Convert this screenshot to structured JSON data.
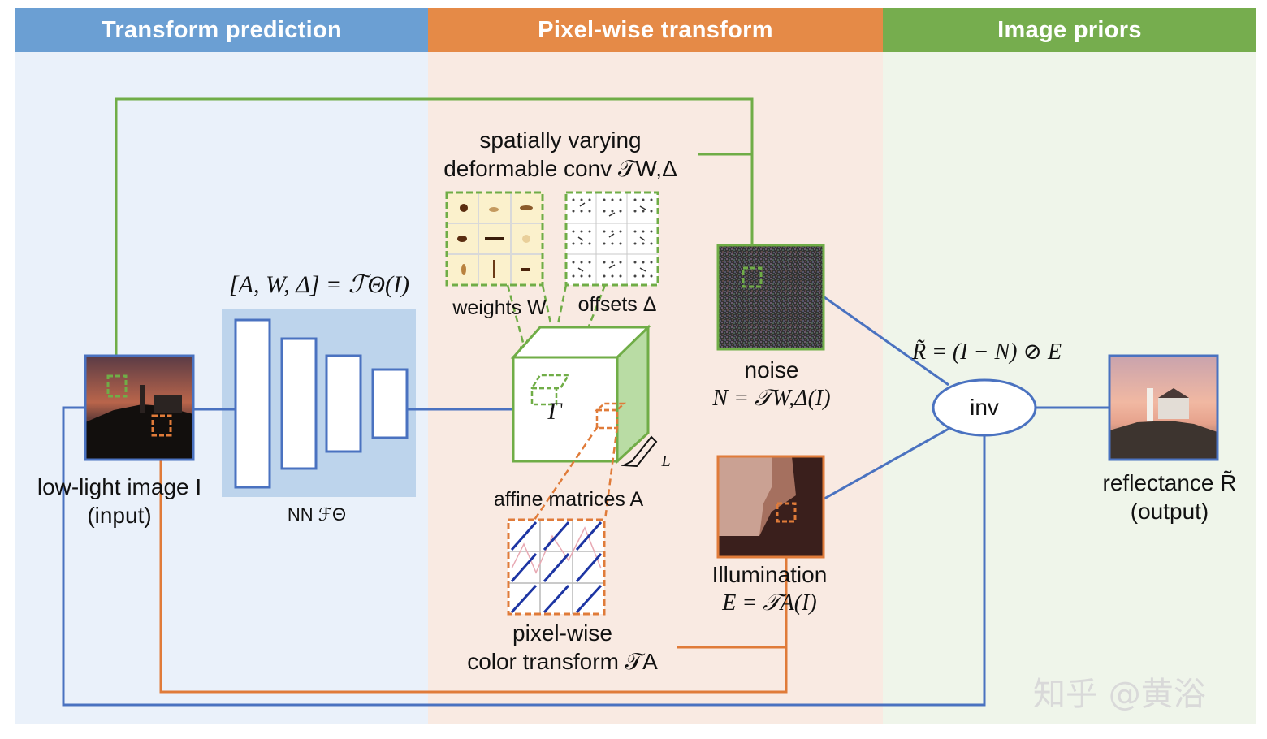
{
  "sections": {
    "transform_prediction": "Transform prediction",
    "pixel_wise_transform": "Pixel-wise transform",
    "image_priors": "Image priors"
  },
  "colors": {
    "blue_header": "#6b9fd3",
    "orange_header": "#e58a47",
    "green_header": "#76ad4e",
    "blue_bg": "#eaf1fa",
    "orange_bg": "#f9eae2",
    "green_bg": "#eff5ea",
    "blue_line": "#4a72c0",
    "green_line": "#70ad47",
    "orange_line": "#e07b39",
    "nn_block_bg": "#bdd4ec"
  },
  "labels": {
    "input_line1": "low-light image I",
    "input_line2": "(input)",
    "nn_equation": "[A, W, Δ] = ℱΘ(I)",
    "nn_label": "NN ℱΘ",
    "conv_line1": "spatially varying",
    "conv_line2": "deformable conv 𝒯W,Δ",
    "weights": "weights W",
    "offsets": "offsets Δ",
    "gamma": "Γ",
    "L": "L",
    "affine": "affine matrices A",
    "color_line1": "pixel-wise",
    "color_line2": "color transform 𝒯A",
    "noise_line1": "noise",
    "noise_line2": "N = 𝒯W,Δ(I)",
    "illum_line1": "Illumination",
    "illum_line2": "E = 𝒯A(I)",
    "equation": "R̃ = (I − N) ⊘ E",
    "inv": "inv",
    "output_line1": "reflectance R̃",
    "output_line2": "(output)"
  },
  "watermark": "知乎 @黄浴"
}
